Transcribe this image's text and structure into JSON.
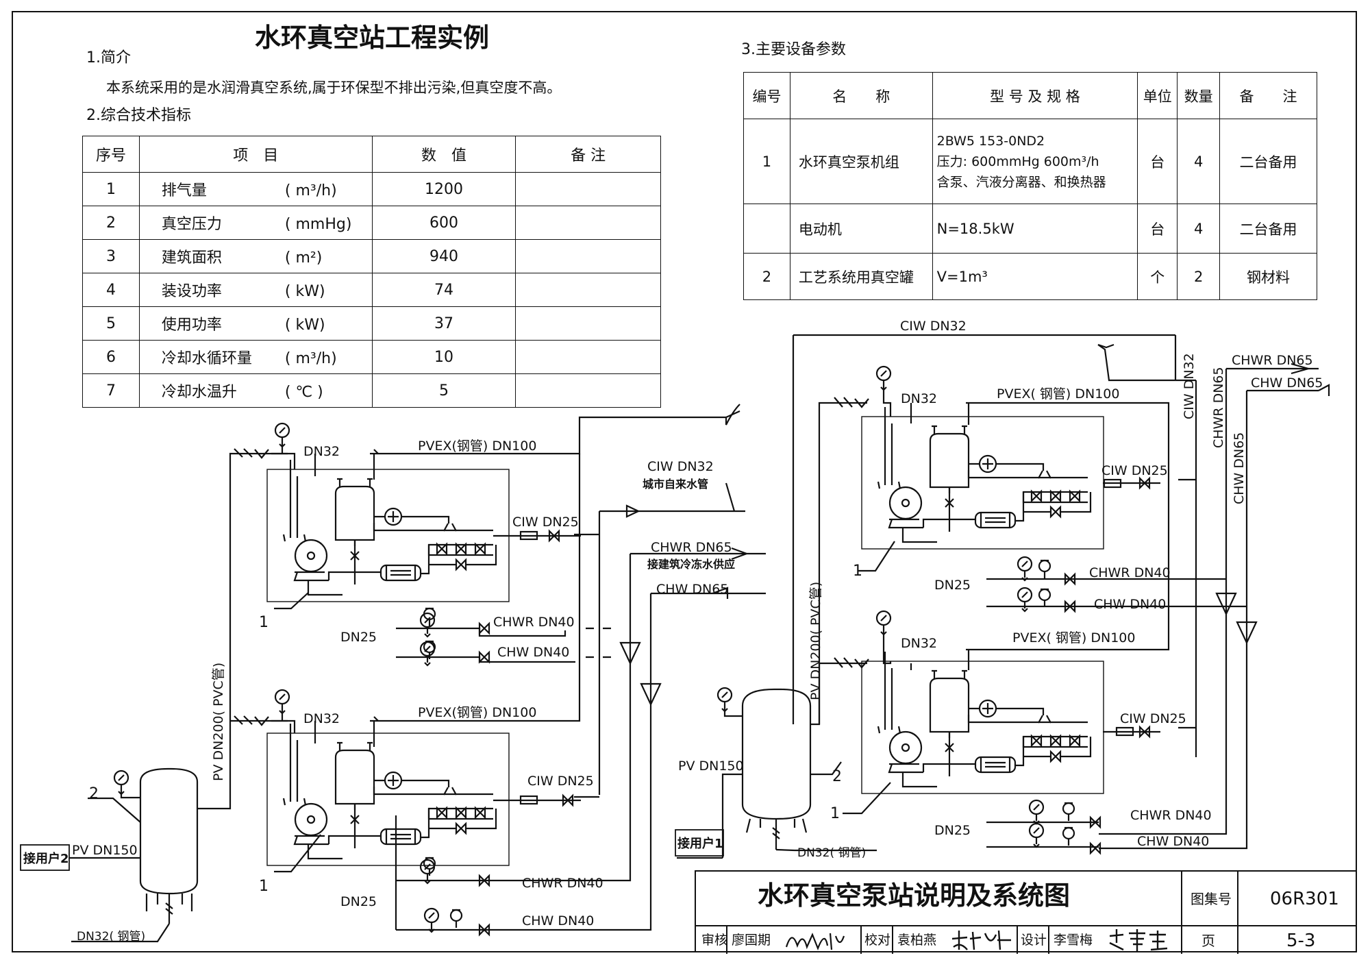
{
  "doc": {
    "title": "水环真空站工程实例",
    "sec1_head": "1.简介",
    "sec1_text": "本系统采用的是水润滑真空系统,属于环保型不排出污染,但真空度不高。",
    "sec2_head": "2.综合技术指标",
    "sec3_head": "3.主要设备参数"
  },
  "indicators": {
    "headers": [
      "序号",
      "项　目",
      "数　值",
      "备 注"
    ],
    "rows": [
      {
        "no": "1",
        "item": "排气量",
        "unit": "( m³/h)",
        "value": "1200",
        "note": ""
      },
      {
        "no": "2",
        "item": "真空压力",
        "unit": "( mmHg)",
        "value": "600",
        "note": ""
      },
      {
        "no": "3",
        "item": "建筑面积",
        "unit": "( m²)",
        "value": "940",
        "note": ""
      },
      {
        "no": "4",
        "item": "装设功率",
        "unit": "( kW)",
        "value": "74",
        "note": ""
      },
      {
        "no": "5",
        "item": "使用功率",
        "unit": "( kW)",
        "value": "37",
        "note": ""
      },
      {
        "no": "6",
        "item": "冷却水循环量",
        "unit": "( m³/h)",
        "value": "10",
        "note": ""
      },
      {
        "no": "7",
        "item": "冷却水温升",
        "unit": "( ℃ )",
        "value": "5",
        "note": ""
      }
    ]
  },
  "equipment": {
    "headers": [
      "编号",
      "名　　称",
      "型 号 及 规 格",
      "单位",
      "数量",
      "备　　注"
    ],
    "rows": [
      {
        "no": "1",
        "name": "水环真空泵机组",
        "spec1": "2BW5 153-0ND2",
        "spec2": "压力:  600mmHg   600m³/h",
        "spec3": "含泵、汽液分离器、和换热器",
        "unit": "台",
        "qty": "4",
        "note": "二台备用"
      },
      {
        "no": "",
        "name": "电动机",
        "spec1": "N=18.5kW",
        "spec2": "",
        "spec3": "",
        "unit": "台",
        "qty": "4",
        "note": "二台备用"
      },
      {
        "no": "2",
        "name": "工艺系统用真空罐",
        "spec1": "V=1m³",
        "spec2": "",
        "spec3": "",
        "unit": "个",
        "qty": "2",
        "note": "钢材料"
      }
    ]
  },
  "diagram": {
    "labels": {
      "dn32": "DN32",
      "dn25": "DN25",
      "pvex": "PVEX(钢管) DN100",
      "pvex_r": "PVEX( 钢管)  DN100",
      "ciw_dn25": "CIW  DN25",
      "chwr_dn40": "CHWR  DN40",
      "chw_dn40": "CHW  DN40",
      "ciw_dn32": "CIW  DN32",
      "city_water": "城市自来水管",
      "chwr_dn65": "CHWR  DN65",
      "chw_dn65": "CHW  DN65",
      "chilled_supply": "接建筑冷冻水供应",
      "pv_dn200": "PV  DN200( PVC管)",
      "pv_dn150": "PV  DN150",
      "dn32_steel": "DN32( 钢管)",
      "user1": "接用户1",
      "user2": "接用户2",
      "num1": "1",
      "num2": "2",
      "ciw_dn32_v": "CIW  DN32",
      "chwr_dn65_v": "CHWR  DN65",
      "chw_dn65_v": "CHW  DN65"
    }
  },
  "title_block": {
    "drawing_title": "水环真空泵站说明及系统图",
    "atlas_label": "图集号",
    "atlas_no": "06R301",
    "review_label": "审核",
    "reviewer": "廖国期",
    "check_label": "校对",
    "checker": "袁柏燕",
    "design_label": "设计",
    "designer": "李雪梅",
    "page_label": "页",
    "page_no": "5-3"
  }
}
